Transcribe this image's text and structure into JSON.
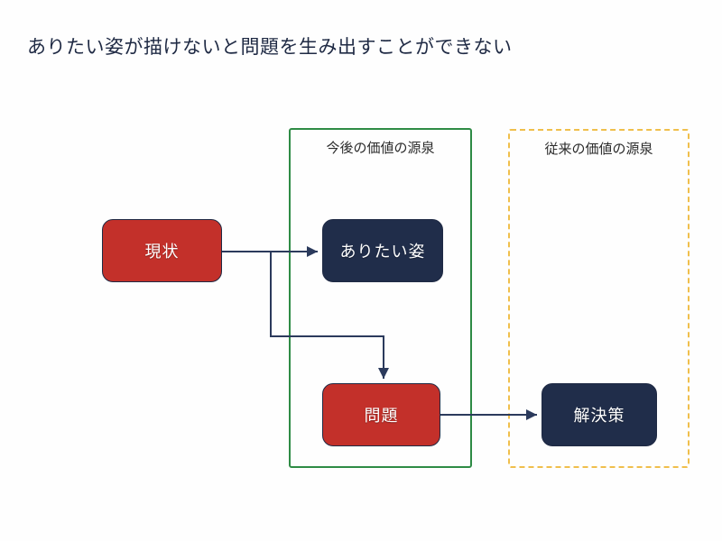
{
  "slide": {
    "title": "ありたい姿が描けないと問題を生み出すことができない",
    "background_color": "#fefefe",
    "title_color": "#1f2a44"
  },
  "regions": [
    {
      "id": "future",
      "label": "今後の価値の源泉",
      "border_color": "#2e8b45",
      "border_style": "solid"
    },
    {
      "id": "legacy",
      "label": "従来の価値の源泉",
      "border_color": "#f0bf4c",
      "border_style": "dashed"
    }
  ],
  "nodes": [
    {
      "id": "genjo",
      "label": "現状",
      "fill": "#c3302a",
      "text_color": "#ffffff"
    },
    {
      "id": "aritaisugata",
      "label": "ありたい姿",
      "fill": "#202d4a",
      "text_color": "#ffffff"
    },
    {
      "id": "mondai",
      "label": "問題",
      "fill": "#c3302a",
      "text_color": "#ffffff"
    },
    {
      "id": "kaiketsusaku",
      "label": "解決策",
      "fill": "#202d4a",
      "text_color": "#ffffff"
    }
  ],
  "connectors": [
    {
      "id": "genjo-to-aritaisugata",
      "from": "genjo",
      "to": "aritaisugata",
      "color": "#2b3a5c",
      "arrow": true
    },
    {
      "id": "genjo-to-mondai",
      "from": "genjo",
      "to": "mondai",
      "color": "#2b3a5c",
      "arrow": true
    },
    {
      "id": "mondai-to-kaiketsusaku",
      "from": "mondai",
      "to": "kaiketsusaku",
      "color": "#2b3a5c",
      "arrow": true
    }
  ]
}
